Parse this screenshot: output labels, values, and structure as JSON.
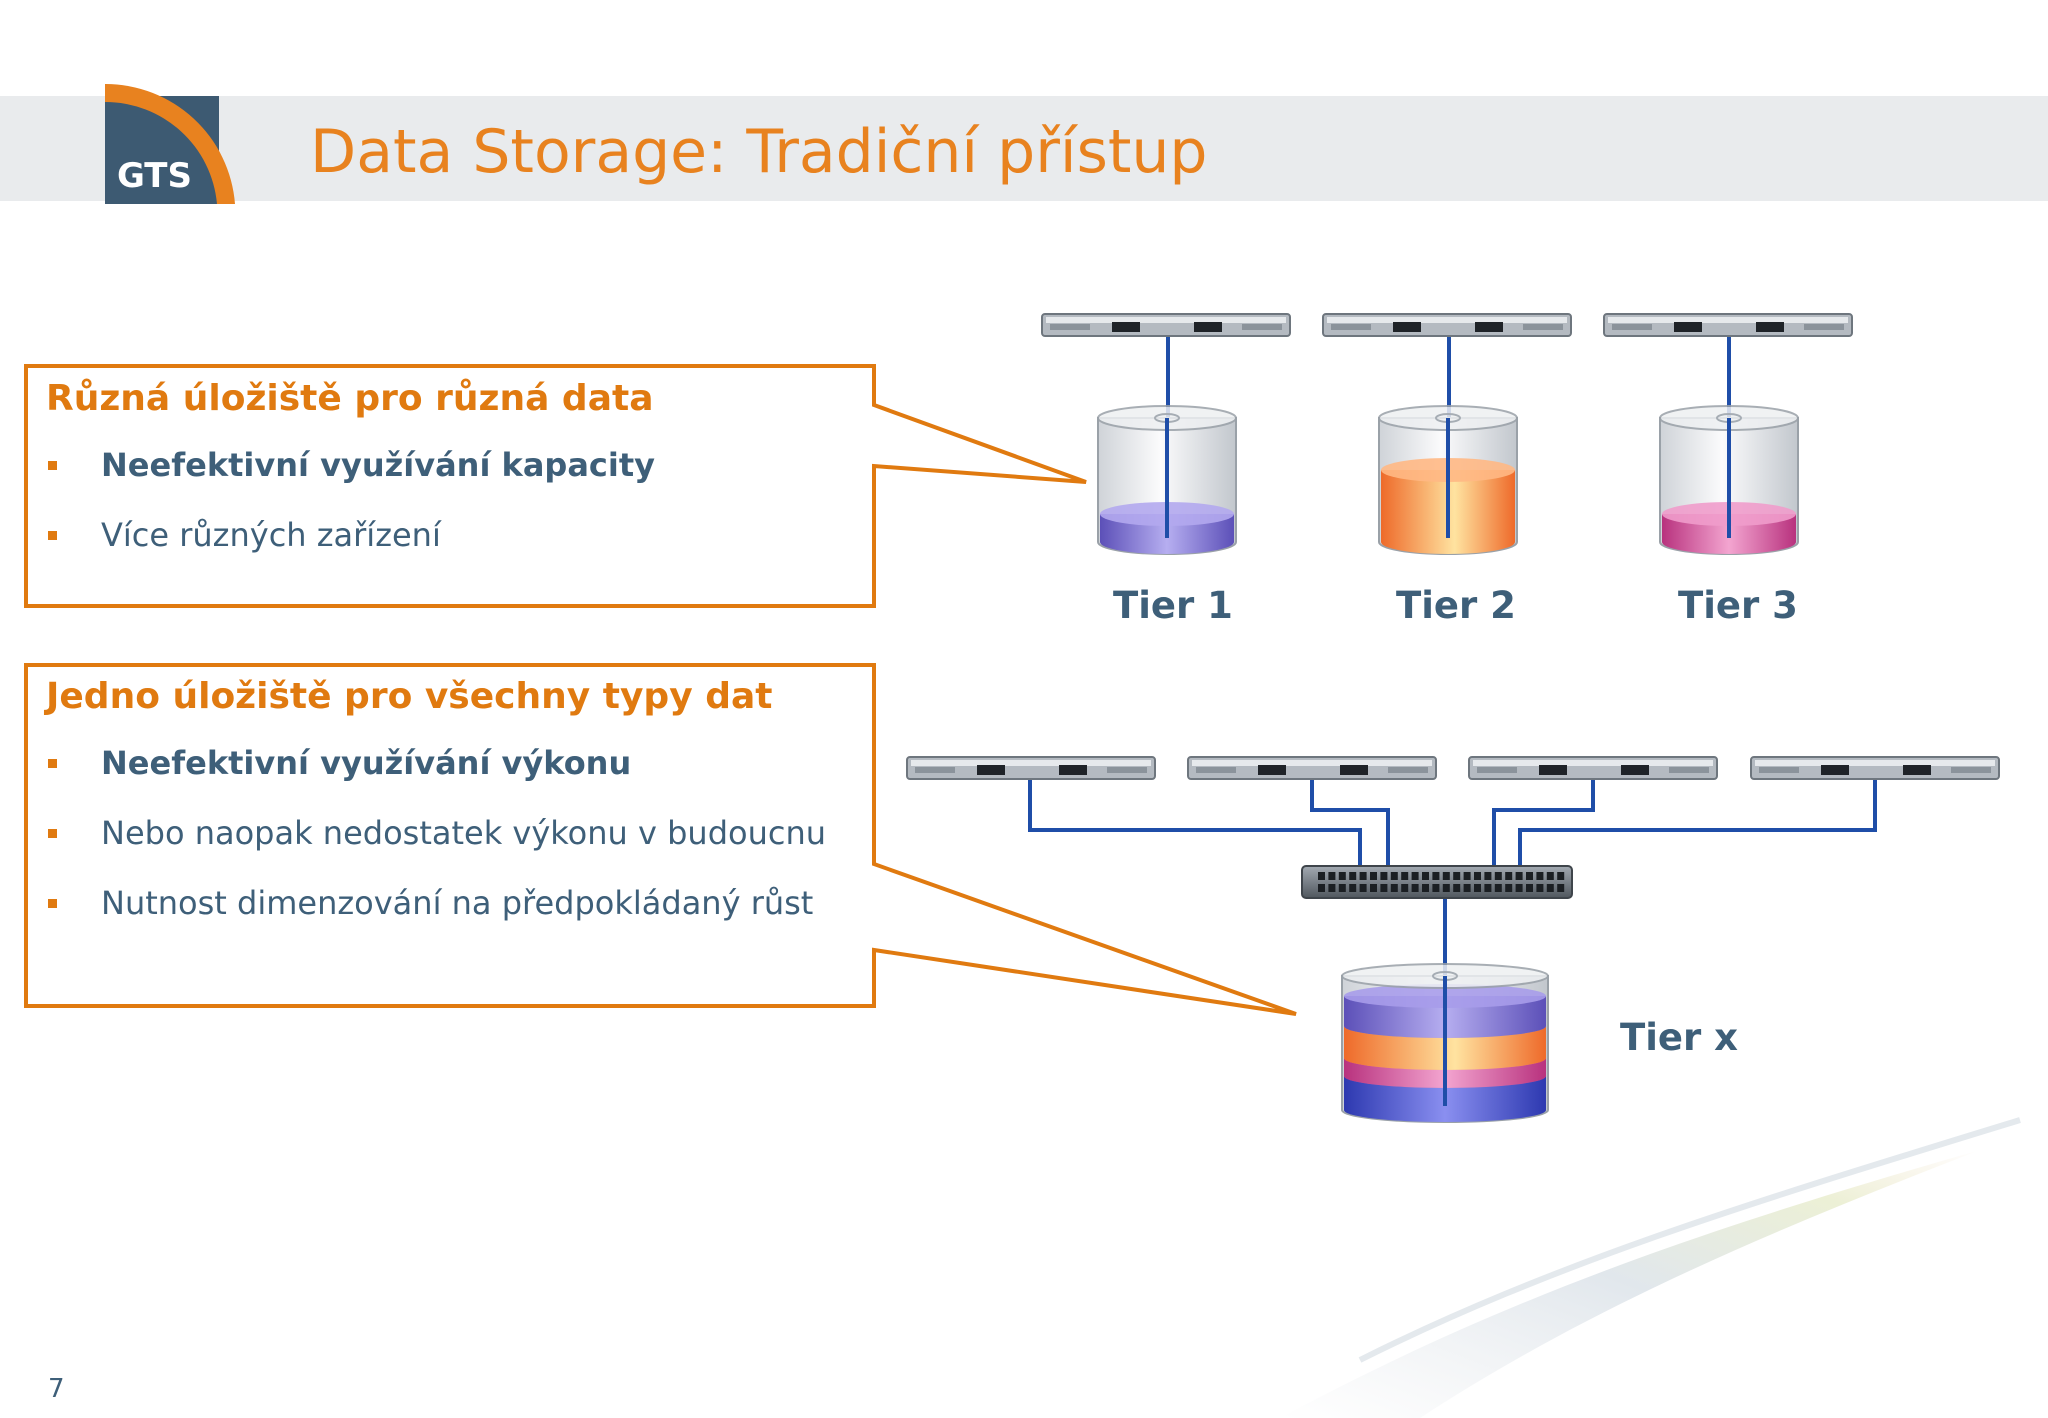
{
  "header": {
    "logo_text": "GTS",
    "title": "Data Storage: Tradiční přístup"
  },
  "boxes": [
    {
      "title": "Různá úložiště pro různá data",
      "bullets": [
        {
          "text": "Neefektivní využívání kapacity",
          "bold": true
        },
        {
          "text": "Více různých zařízení",
          "bold": false
        }
      ]
    },
    {
      "title": "Jedno úložiště pro všechny typy dat",
      "bullets": [
        {
          "text": "Neefektivní využívání výkonu",
          "bold": true
        },
        {
          "text": "Nebo naopak nedostatek výkonu v budoucnu",
          "bold": false
        },
        {
          "text": "Nutnost dimenzování na předpokládaný růst",
          "bold": false
        }
      ]
    }
  ],
  "tiers": {
    "tier1": "Tier 1",
    "tier2": "Tier 2",
    "tier3": "Tier 3",
    "tierx": "Tier x"
  },
  "colors": {
    "accent": "#e8821f",
    "text": "#3e5f79",
    "tier1_fill": "#7b6fd0",
    "tier2_fill": "#f38a4a",
    "tier3_fill": "#d2509a",
    "cable": "#1f4ea8"
  },
  "page_number": "7"
}
